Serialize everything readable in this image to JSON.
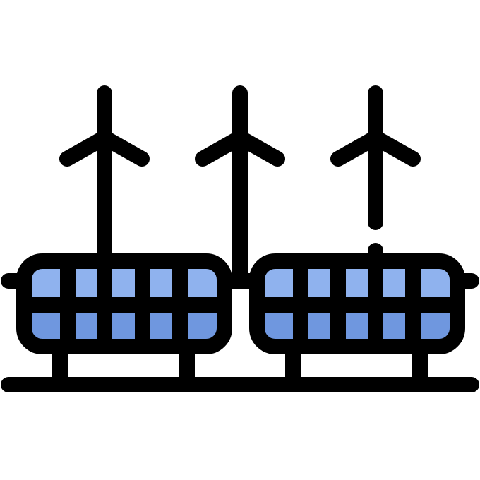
{
  "icon": {
    "name": "renewable-energy-farm",
    "elements": [
      "wind-turbine",
      "wind-turbine",
      "wind-turbine",
      "solar-panel",
      "solar-panel",
      "ground-line"
    ]
  },
  "colors": {
    "outline": "#000000",
    "panel_light": "#8fb2ee",
    "panel_dark": "#6f97df",
    "background": "#ffffff"
  }
}
